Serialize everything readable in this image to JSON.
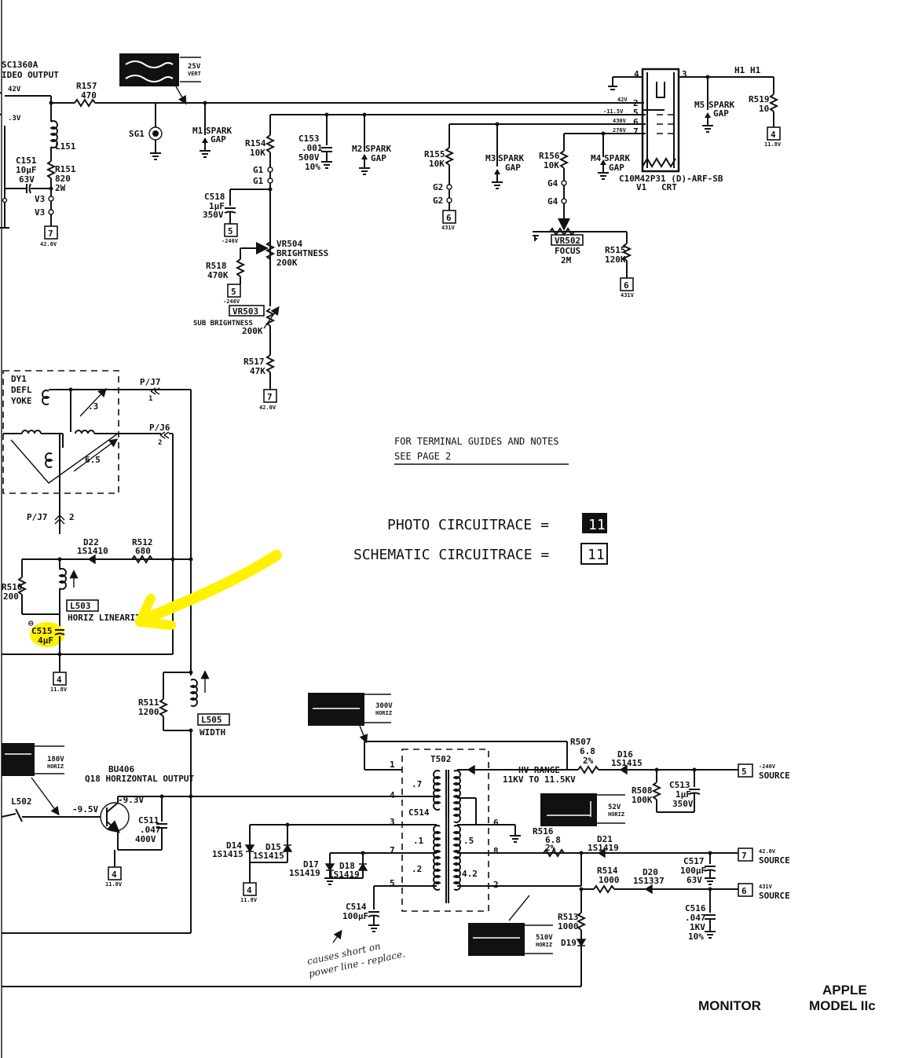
{
  "colors": {
    "ink": "#111111",
    "highlight": "#fff200",
    "paper": "#ffffff"
  },
  "video_stage": {
    "ic": "SC1360A",
    "ic_desc": "IDEO OUTPUT",
    "v42": "42V",
    "v3": ".3V",
    "r157_ref": "R157",
    "r157_val": "470",
    "l151": "L151",
    "c151_ref": "C151",
    "c151_val": "10µF",
    "c151_v": "63V",
    "r151_ref": "R151",
    "r151_val": "820",
    "r151_w": "2W",
    "v3_a": "V3",
    "v3_b": "V3",
    "term7": "7",
    "term7_v": "42.0V",
    "scope_v": "25V",
    "scope_desc": "VERT",
    "sg1": "SG1",
    "m1_ref": "M1",
    "m1_a": "SPARK",
    "m1_b": "GAP"
  },
  "grid1": {
    "r154_ref": "R154",
    "r154_val": "10K",
    "c153_ref": "C153",
    "c153_a": ".001",
    "c153_b": "500V",
    "c153_c": "10%",
    "m2_ref": "M2",
    "m2_a": "SPARK",
    "m2_b": "GAP",
    "g1_a": "G1",
    "g1_b": "G1",
    "c518_ref": "C518",
    "c518_val": "1µF",
    "c518_v": "350V",
    "term5a": "5",
    "term5a_v": "-246V",
    "vr504_ref": "VR504",
    "vr504_name": "BRIGHTNESS",
    "vr504_val": "200K",
    "r518_ref": "R518",
    "r518_val": "470K",
    "term5b": "5",
    "term5b_v": "-246V",
    "vr503_ref": "VR503",
    "vr503_name": "SUB BRIGHTNESS",
    "vr503_val": "200K",
    "r517_ref": "R517",
    "r517_val": "47K",
    "term7": "7",
    "term7_v": "42.0V"
  },
  "grid2": {
    "r155_ref": "R155",
    "r155_val": "10K",
    "m3_ref": "M3",
    "m3_a": "SPARK",
    "m3_b": "GAP",
    "g2_a": "G2",
    "g2_b": "G2",
    "term6": "6",
    "term6_v": "431V"
  },
  "grid4": {
    "r156_ref": "R156",
    "r156_val": "10K",
    "m4_ref": "M4",
    "m4_a": "SPARK",
    "m4_b": "GAP",
    "g4_a": "G4",
    "g4_b": "G4",
    "vr502_ref": "VR502",
    "vr502_name": "FOCUS",
    "vr502_val": "2M",
    "r515_ref": "R515",
    "r515_val": "120K",
    "term6": "6",
    "term6_v": "431V"
  },
  "crt": {
    "pin_4": "4",
    "pin_3": "3",
    "pin_2": "2",
    "pin_5": "5",
    "pin_6": "6",
    "pin_7": "7",
    "v_42": "42V",
    "v_neg": "-11.5V",
    "v_430": "430V",
    "v_276": "276V",
    "part": "C10M42P31 (D)-ARF-SB",
    "ref": "V1",
    "type": "CRT",
    "m5_ref": "M5",
    "m5_a": "SPARK",
    "m5_b": "GAP",
    "h1_a": "H1",
    "h1_b": "H1",
    "r519_ref": "R519",
    "r519_val": "10",
    "term4": "4",
    "term4_v": "11.8V"
  },
  "yoke": {
    "ref": "DY1",
    "l1": "DEFL",
    "l2": "YOKE",
    "val1": ".3",
    "val2": "6.5",
    "pj7_top": "P/J7",
    "pj7_top_pin": "1",
    "pj6": "P/J6",
    "pj6_pin": "2",
    "pj7_bot": "P/J7",
    "pj7_bot_pin": "2"
  },
  "linearity": {
    "d22_ref": "D22",
    "d22_val": "1S1410",
    "r512_ref": "R512",
    "r512_val": "680",
    "r510_ref": "R510",
    "r510_val": "200",
    "l503": "L503",
    "l503_name": "HORIZ LINEARITY",
    "c515_ref": "C515",
    "c515_val": "4µF",
    "term4": "4",
    "term4_v": "11.8V"
  },
  "width": {
    "r511_ref": "R511",
    "r511_val": "1200",
    "l505": "L505",
    "l505_name": "WIDTH"
  },
  "horiz_output": {
    "scope_v": "180V",
    "scope_desc": "HORIZ",
    "l502": "L502",
    "q_part": "BU406",
    "q_desc": "Q18 HORIZONTAL OUTPUT",
    "v_base": "-9.5V",
    "v_coll": "-9.3V",
    "c511_ref": "C511",
    "c511_a": ".047",
    "c511_b": "400V",
    "term4": "4",
    "term4_v": "11.8V"
  },
  "flyback": {
    "scope300_v": "300V",
    "scope300_desc": "HORIZ",
    "t502": "T502",
    "pin1": "1",
    "pin4": "4",
    "pin3": "3",
    "pin7": "7",
    "pin5": "5",
    "pin6": "6",
    "pin8": "8",
    "pin2": "2",
    "w1": ".7",
    "w2": ".1",
    "w3": ".2",
    "w4": ".5",
    "w5": "4.2",
    "c514_int": "C514",
    "hv": "HV RANGE",
    "hv_range": "11KV TO 11.5KV",
    "r507_ref": "R507",
    "r507_a": "6.8",
    "r507_b": "2%",
    "d16_ref": "D16",
    "d16_val": "1S1415",
    "r508_ref": "R508",
    "r508_val": "100K",
    "c513_ref": "C513",
    "c513_a": "1µF",
    "c513_b": "350V",
    "src5": "5",
    "src5_v": "-246V",
    "src5_lbl": "SOURCE",
    "scope52_v": "52V",
    "scope52_desc": "HORIZ",
    "r516_ref": "R516",
    "r516_a": "6.8",
    "r516_b": "2%",
    "d21_ref": "D21",
    "d21_val": "1S1419",
    "c517_ref": "C517",
    "c517_a": "100µF",
    "c517_b": "63V",
    "src7": "7",
    "src7_v": "42.0V",
    "src7_lbl": "SOURCE",
    "r514_ref": "R514",
    "r514_val": "1000",
    "d20_ref": "D20",
    "d20_val": "1S1337",
    "src6": "6",
    "src6_v": "431V",
    "src6_lbl": "SOURCE",
    "c516_ref": "C516",
    "c516_a": ".047",
    "c516_b": "1KV",
    "c516_c": "10%",
    "d14_ref": "D14",
    "d14_val": "1S1415",
    "d15_ref": "D15",
    "d15_val": "1S1415",
    "d17_ref": "D17",
    "d17_val": "1S1419",
    "d18_ref": "D18",
    "d18_val": "1S1419",
    "term4": "4",
    "term4_v": "11.8V",
    "c514_ref": "C514",
    "c514_val": "100µF",
    "scope510_v": "510V",
    "scope510_desc": "HORIZ",
    "r513_ref": "R513",
    "r513_val": "1000",
    "d19_ref": "D19"
  },
  "notes": {
    "guide1": "FOR TERMINAL GUIDES AND NOTES",
    "guide2": "SEE PAGE  2",
    "photo_label": "PHOTO CIRCUITRACE =",
    "photo_num": "11",
    "schem_label": "SCHEMATIC CIRCUITRACE =",
    "schem_num": "11",
    "handwriting1": "causes short on",
    "handwriting2": "power line - replace."
  },
  "footer": {
    "monitor": "MONITOR",
    "apple": "APPLE",
    "model": "MODEL IIc"
  }
}
